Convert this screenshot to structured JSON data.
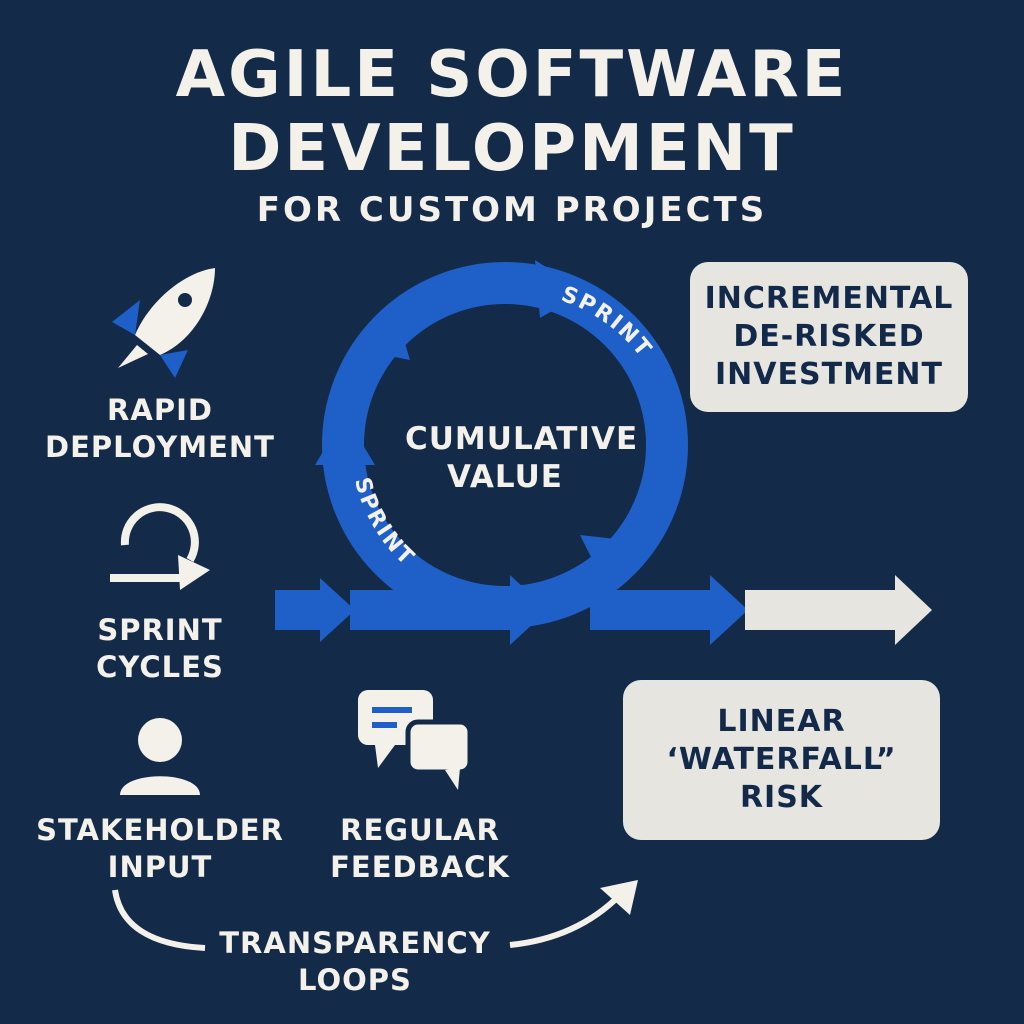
{
  "header": {
    "title_line1": "AGILE SOFTWARE",
    "title_line2": "DEVELOPMENT",
    "subtitle": "FOR CUSTOM PROJECTS"
  },
  "features": [
    {
      "icon": "rocket-icon",
      "line1": "RAPID",
      "line2": "DEPLOYMENT"
    },
    {
      "icon": "cycle-icon",
      "line1": "SPRINT",
      "line2": "CYCLES"
    },
    {
      "icon": "person-icon",
      "line1": "STAKEHOLDER",
      "line2": "INPUT"
    },
    {
      "icon": "chat-icon",
      "line1": "REGULAR",
      "line2": "FEEDBACK"
    }
  ],
  "cycle": {
    "center_line1": "CUMULATIVE",
    "center_line2": "VALUE",
    "sprint_label_1": "SPRINT",
    "sprint_label_2": "SPRINT"
  },
  "callouts": {
    "incremental": [
      "INCREMENTAL",
      "DE-RISKED",
      "INVESTMENT"
    ],
    "waterfall": [
      "LINEAR",
      "‘WATERFALL”",
      "RISK"
    ]
  },
  "loop": {
    "line1": "TRANSPARENCY",
    "line2": "LOOPS"
  },
  "colors": {
    "background": "#132a48",
    "blue": "#1f5fc8",
    "light": "#e6e5e0"
  }
}
